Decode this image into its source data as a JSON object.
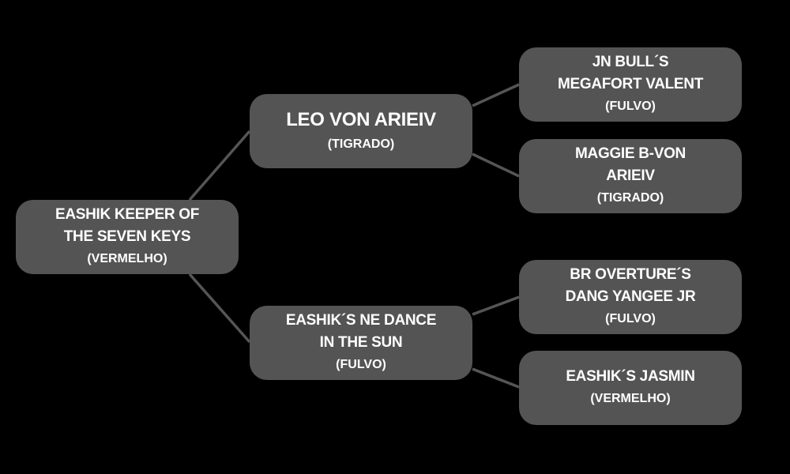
{
  "colors": {
    "background": "#000000",
    "node": "#545454",
    "link": "#555555",
    "text": "#ffffff"
  },
  "pedigree": {
    "root": {
      "name_lines": [
        "EASHIK KEEPER OF",
        "THE SEVEN KEYS"
      ],
      "color": "(VERMELHO)"
    },
    "sire": {
      "name_lines": [
        "LEO VON ARIEIV"
      ],
      "color": "(TIGRADO)"
    },
    "dam": {
      "name_lines": [
        "EASHIK´S NE DANCE",
        "IN THE SUN"
      ],
      "color": "(FULVO)"
    },
    "sire_sire": {
      "name_lines": [
        "JN BULL´S",
        "MEGAFORT VALENT"
      ],
      "color": "(FULVO)"
    },
    "sire_dam": {
      "name_lines": [
        "MAGGIE B-VON",
        "ARIEIV"
      ],
      "color": "(TIGRADO)"
    },
    "dam_sire": {
      "name_lines": [
        "BR OVERTURE´S",
        "DANG YANGEE JR"
      ],
      "color": "(FULVO)"
    },
    "dam_dam": {
      "name_lines": [
        "EASHIK´S JASMIN"
      ],
      "color": "(VERMELHO)"
    }
  }
}
